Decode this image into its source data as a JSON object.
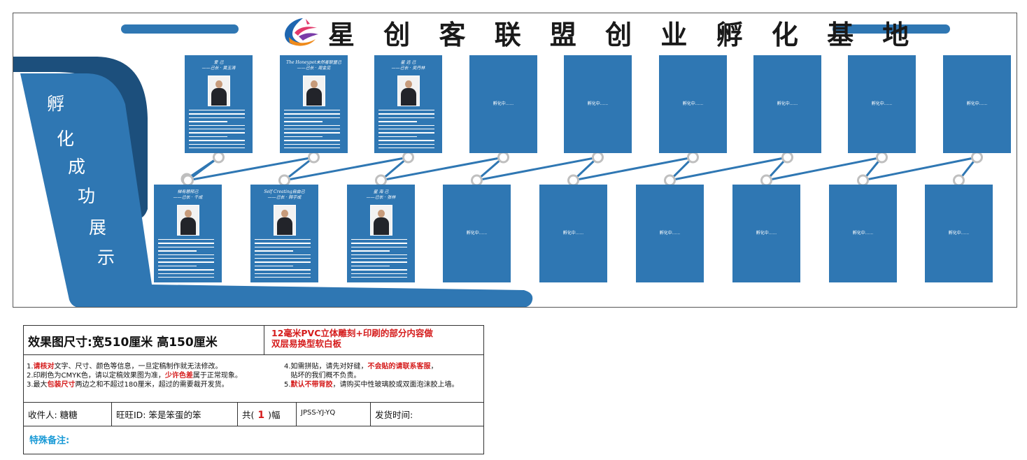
{
  "board": {
    "title": "星 创 客 联 盟 创 业 孵 化 基 地",
    "side_title": [
      "孵",
      "化",
      "成",
      "功",
      "展",
      "示"
    ],
    "colors": {
      "panel": "#2f77b3",
      "dark": "#1c4f7c",
      "node": "#bfbfbf"
    },
    "panels": [
      {
        "kind": "filled",
        "heading": "爱 己\n——己长 · 黄玉涛"
      },
      {
        "kind": "filled",
        "heading": "The Honeypot未然者联盟己\n——己长 · 周金见"
      },
      {
        "kind": "filled",
        "heading": "星 远 己\n——己长 · 吴丹林"
      },
      {
        "kind": "empty",
        "text": "孵化中......"
      },
      {
        "kind": "empty",
        "text": "孵化中......"
      },
      {
        "kind": "empty",
        "text": "孵化中......"
      },
      {
        "kind": "empty",
        "text": "孵化中......"
      },
      {
        "kind": "empty",
        "text": "孵化中......"
      },
      {
        "kind": "empty",
        "text": "孵化中......"
      },
      {
        "kind": "filled",
        "heading": "梯有憩邢己\n——己长 · 千成"
      },
      {
        "kind": "filled",
        "heading": "Self Creating自由己\n——己长 · 韩宇成"
      },
      {
        "kind": "filled",
        "heading": "星 海 己\n——己长 · 张林"
      },
      {
        "kind": "empty",
        "text": "孵化中......"
      },
      {
        "kind": "empty",
        "text": "孵化中......"
      },
      {
        "kind": "empty",
        "text": "孵化中......"
      },
      {
        "kind": "empty",
        "text": "孵化中......"
      },
      {
        "kind": "empty",
        "text": "孵化中......"
      },
      {
        "kind": "empty",
        "text": "孵化中......"
      }
    ]
  },
  "spec": {
    "size_label": "效果图尺寸:宽510厘米  高150厘米",
    "material_note_line1": "12毫米PVC立体雕刻+印刷的部分内容做",
    "material_note_line2": "双层易换型软白板",
    "notes_left": [
      {
        "pre": "1.",
        "red": "请核对",
        "post": "文字、尺寸、颜色等信息，一旦定稿制作就无法修改。"
      },
      {
        "pre": "2.印刷色为CMYK色，请以定稿效果图为准，",
        "red": "少许色差",
        "post": "属于正常现象。"
      },
      {
        "pre": "3.最大",
        "red": "包装尺寸",
        "post": "两边之和不超过180厘米，超过的需要裁开发货。"
      }
    ],
    "notes_right": [
      {
        "pre": "4.如需拼贴，请先对好缝，",
        "red": "不会贴的请联系客服",
        "post": "，"
      },
      {
        "pre": "   贴坏的我们概不负责。",
        "red": "",
        "post": ""
      },
      {
        "pre": "5.",
        "red": "默认不带背胶",
        "post": "，请购买中性玻璃胶或双面泡沫胶上墙。"
      }
    ],
    "recipient": "收件人:  糖糖",
    "wangwang": "旺旺ID: 笨是笨蛋的笨",
    "count_pre": "共(",
    "count_value": "1",
    "count_post": ")幅",
    "code": "JPSS-YJ-YQ",
    "ship_time": "发货时间:",
    "remarks_label": "特殊备注:"
  }
}
